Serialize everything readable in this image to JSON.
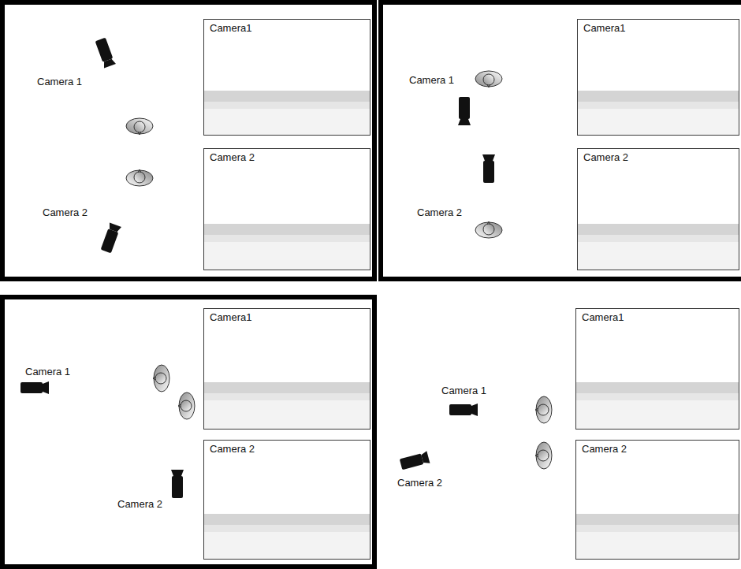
{
  "diagram": {
    "nodes": [
      {
        "text": [
          "Camera1"
        ]
      },
      {
        "text": [
          "Camera 2"
        ]
      },
      {
        "text": [
          "Camera1"
        ]
      },
      {
        "text": [
          "Camera 2"
        ]
      },
      {
        "text": [
          "Camera1"
        ]
      },
      {
        "text": [
          "Camera 2"
        ]
      },
      {
        "text": [
          "Camera1"
        ]
      },
      {
        "text": [
          "Camera 2"
        ]
      }
    ],
    "labels": [
      "Camera 1",
      "Camera 2",
      "Camera 1",
      "Camera 2",
      "Camera 1",
      "Camera 2",
      "Camera 1",
      "Camera 2"
    ]
  }
}
